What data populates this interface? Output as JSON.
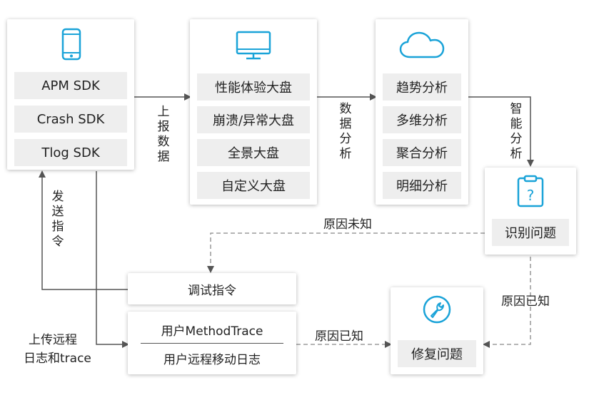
{
  "sdk_box": {
    "icon": "smartphone-icon",
    "items": [
      "APM SDK",
      "Crash SDK",
      "Tlog SDK"
    ]
  },
  "dashboard_box": {
    "icon": "monitor-icon",
    "items": [
      "性能体验大盘",
      "崩溃/异常大盘",
      "全景大盘",
      "自定义大盘"
    ]
  },
  "analysis_box": {
    "icon": "cloud-icon",
    "items": [
      "趋势分析",
      "多维分析",
      "聚合分析",
      "明细分析"
    ]
  },
  "identify_box": {
    "icon": "clipboard-question-icon",
    "label": "识别问题"
  },
  "fix_box": {
    "icon": "wrench-icon",
    "label": "修复问题"
  },
  "debug_box": {
    "label": "调试指令"
  },
  "trace_box": {
    "line1": "用户MethodTrace",
    "line2": "用户远程移动日志"
  },
  "edges": {
    "report_data": "上报数据",
    "data_analysis": "数据分析",
    "smart_analysis": "智能分析",
    "unknown_cause": "原因未知",
    "known_cause_right": "原因已知",
    "known_cause_mid": "原因已知",
    "send_command": "发送指令",
    "upload_logs_1": "上传远程",
    "upload_logs_2": "日志和trace"
  },
  "colors": {
    "accent": "#1aa3d8",
    "line": "#555555",
    "pill": "#eeeeee"
  }
}
